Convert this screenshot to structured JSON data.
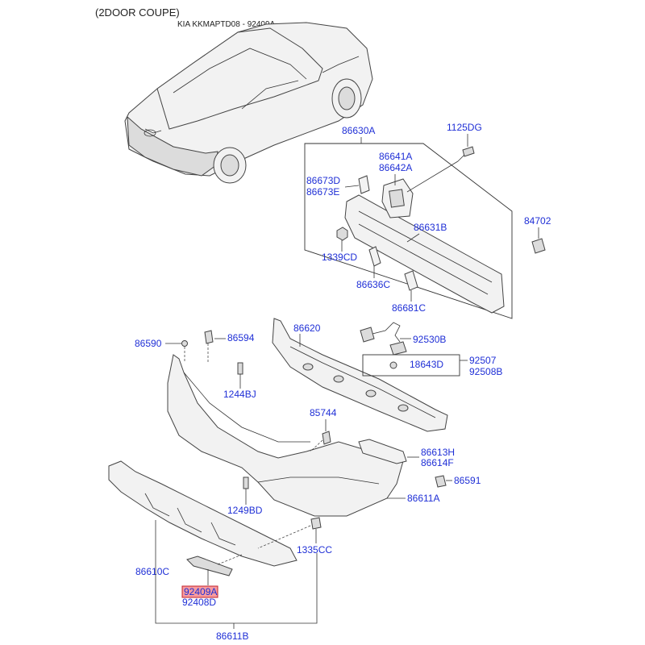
{
  "header": {
    "title": "(2DOOR COUPE)",
    "subtitle": "KIA KKMAPTD08 - 92409A"
  },
  "labels": {
    "p86630A": "86630A",
    "p1125DG": "1125DG",
    "p86641A": "86641A",
    "p86642A": "86642A",
    "p86673D": "86673D",
    "p86673E": "86673E",
    "p86631B": "86631B",
    "p84702": "84702",
    "p1339CD": "1339CD",
    "p86636C": "86636C",
    "p86681C": "86681C",
    "p86590": "86590",
    "p86594": "86594",
    "p86620": "86620",
    "p92530B": "92530B",
    "p18643D": "18643D",
    "p92507": "92507",
    "p92508B": "92508B",
    "p1244BJ": "1244BJ",
    "p85744": "85744",
    "p86613H": "86613H",
    "p86614F": "86614F",
    "p86591": "86591",
    "p1249BD": "1249BD",
    "p86611A": "86611A",
    "p1335CC": "1335CC",
    "p86610C": "86610C",
    "p92409A": "92409A",
    "p92408D": "92408D",
    "p86611B": "86611B"
  },
  "highlight": {
    "part": "92409A",
    "color": "#f2484f"
  }
}
